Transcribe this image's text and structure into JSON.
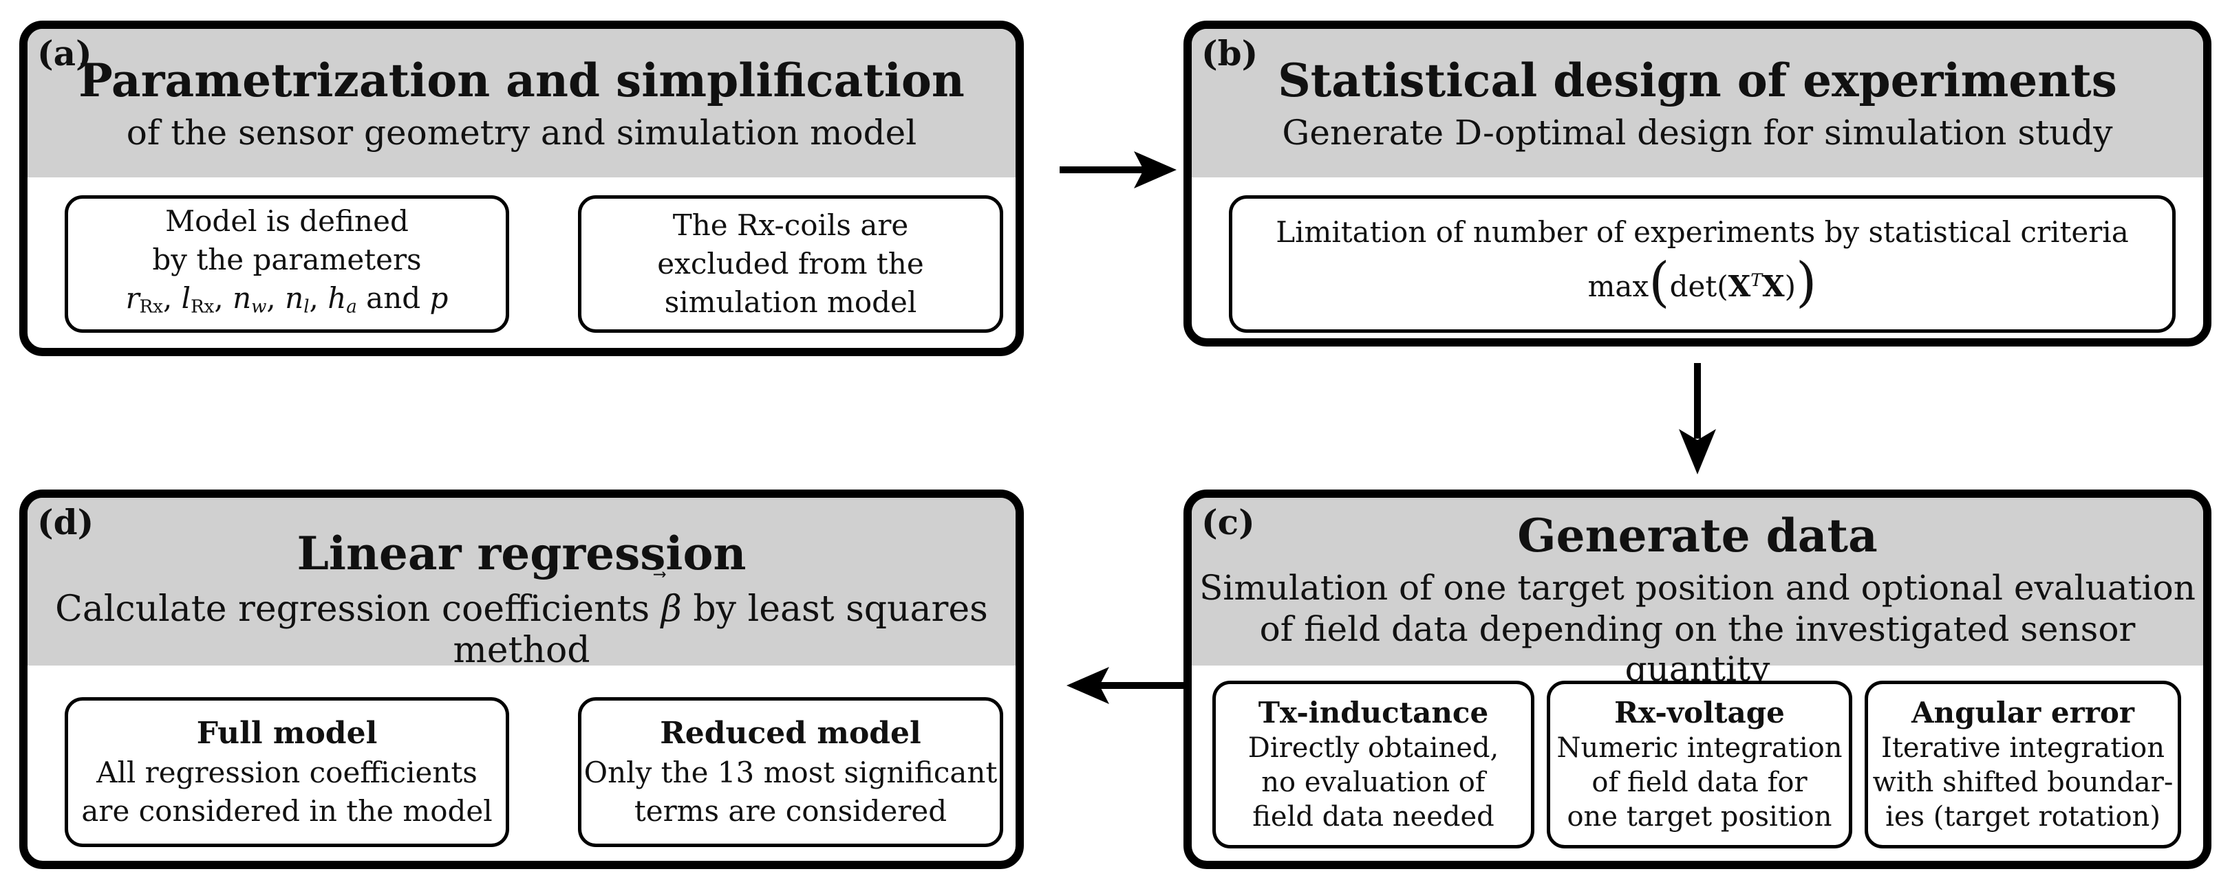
{
  "panel_a": {
    "letter": "(a)",
    "title": "Parametrization and simplification",
    "subtitle": "of the sensor geometry and simulation model",
    "box1": {
      "line1": "Model is defined",
      "line2": "by the parameters",
      "params_tail": "and"
    },
    "box2": {
      "line1": "The Rx-coils are",
      "line2": "excluded from the",
      "line3": "simulation model"
    }
  },
  "panel_b": {
    "letter": "(b)",
    "title": "Statistical design of experiments",
    "subtitle": "Generate D-optimal design for simulation study",
    "box": {
      "line1": "Limitation of number of experiments by statistical criteria"
    }
  },
  "panel_c": {
    "letter": "(c)",
    "title": "Generate data",
    "subtitle_line1": "Simulation of one target position and optional evaluation",
    "subtitle_line2": "of field data depending on the investigated sensor quantity",
    "box1": {
      "title": "Tx-inductance",
      "line1": "Directly obtained,",
      "line2": "no evaluation of",
      "line3": "field data needed"
    },
    "box2": {
      "title": "Rx-voltage",
      "line1": "Numeric integration",
      "line2": "of field data for",
      "line3": "one target position"
    },
    "box3": {
      "title": "Angular error",
      "line1": "Iterative integration",
      "line2": "with shifted boundar-",
      "line3": "ies (target rotation)"
    }
  },
  "panel_d": {
    "letter": "(d)",
    "title": "Linear regression",
    "subtitle_pre": "Calculate regression coefficients",
    "subtitle_post": "by least squares method",
    "box1": {
      "title": "Full model",
      "line1": "All regression coefficients",
      "line2": "are considered in the model"
    },
    "box2": {
      "title": "Reduced model",
      "line1": "Only the 13 most significant",
      "line2": "terms are considered"
    }
  }
}
